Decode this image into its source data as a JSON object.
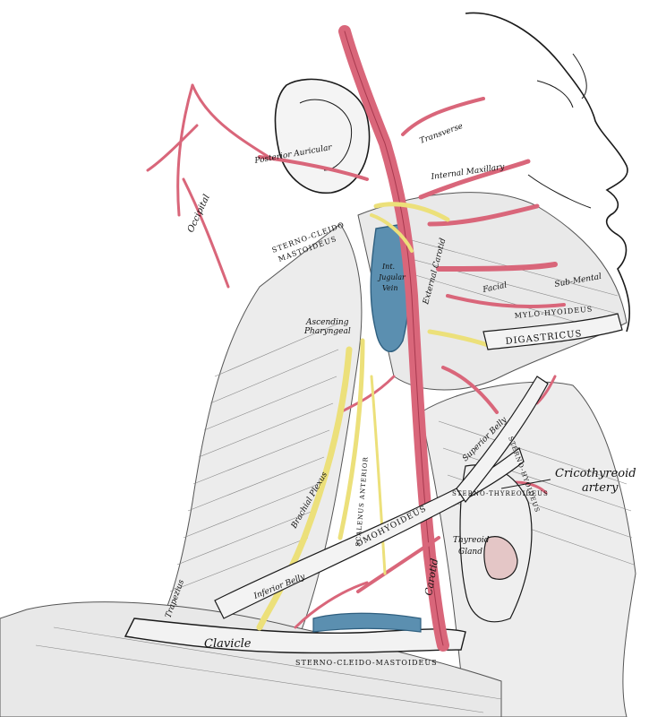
{
  "labels": {
    "transverse": "Transverse",
    "posterior_auricular": "Posterior Auricular",
    "internal_maxillary": "Internal Maxillary",
    "occipital": "Occipital",
    "sternocleidomastoideus_upper_1": "STERNO-CLEIDO",
    "sternocleidomastoideus_upper_2": "MASTOIDEUS",
    "ascending_pharyngeal_1": "Ascending",
    "ascending_pharyngeal_2": "Pharyngeal",
    "int_jugular_1": "Int.",
    "int_jugular_2": "Jugular",
    "int_jugular_3": "Vein",
    "facial": "Facial",
    "sub_mental": "Sub-Mental",
    "mylohyoideus": "MYLO-HYOIDEUS",
    "digastricus": "DIGASTRICUS",
    "superior_belly": "Superior Belly",
    "sternohyoideus": "STERNO-HYOIDEUS",
    "sternothyreoideus": "STERNO-THYREOIDEUS",
    "omohyoideus": "OMOHYOIDEUS",
    "thyreoid_gland_1": "Thyreoid",
    "thyreoid_gland_2": "Gland",
    "carotid": "Carotid",
    "scalenus_anterior": "SCALENUS ANTERIOR",
    "brachial_plexus": "Brachial Plexus",
    "inferior_belly": "Inferior Belly",
    "clavicle": "Clavicle",
    "sternocleidomastoideus_lower": "STERNO-CLEIDO-MASTOIDEUS",
    "external_carotid": "External Carotid",
    "trapezius": "Trapezius",
    "cricothyreoid_artery_1": "Cricothyreoid",
    "cricothyreoid_artery_2": "artery"
  },
  "colors": {
    "artery": "#d9667a",
    "artery_dark": "#a8394f",
    "vein": "#5b8fb0",
    "vein_dark": "#2f5f7f",
    "nerve": "#ece07a",
    "ink": "#1a1a1a"
  }
}
